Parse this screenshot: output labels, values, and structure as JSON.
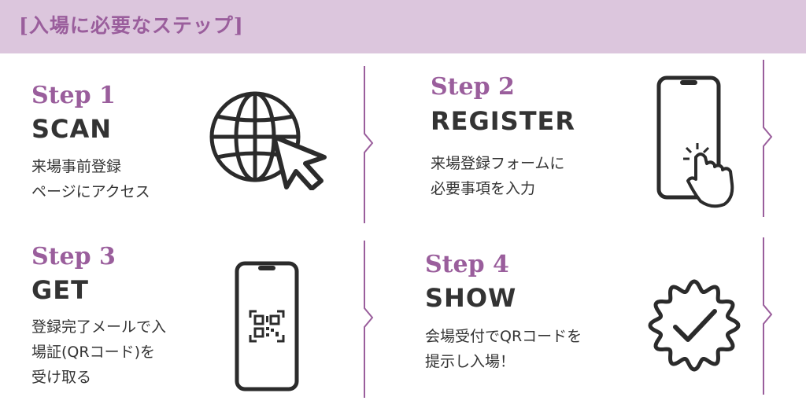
{
  "header": {
    "title": "[入場に必要なステップ]"
  },
  "steps": [
    {
      "label": "Step 1",
      "name": "SCAN",
      "desc": [
        "来場事前登録",
        "ページにアクセス"
      ]
    },
    {
      "label": "Step 2",
      "name": "REGISTER",
      "desc": [
        "来場登録フォームに",
        "必要事項を入力"
      ]
    },
    {
      "label": "Step 3",
      "name": "GET",
      "desc": [
        "登録完了メールで入",
        "場証(QRコード)を",
        "受け取る"
      ]
    },
    {
      "label": "Step 4",
      "name": "SHOW",
      "desc": [
        "会場受付でQRコードを",
        "提示し入場！"
      ]
    }
  ],
  "colors": {
    "accent": "#9a5e9c",
    "header_bg": "#dcc6dd",
    "text": "#333333"
  },
  "icons": [
    "globe-cursor-icon",
    "phone-tap-icon",
    "phone-qr-icon",
    "check-badge-icon"
  ]
}
